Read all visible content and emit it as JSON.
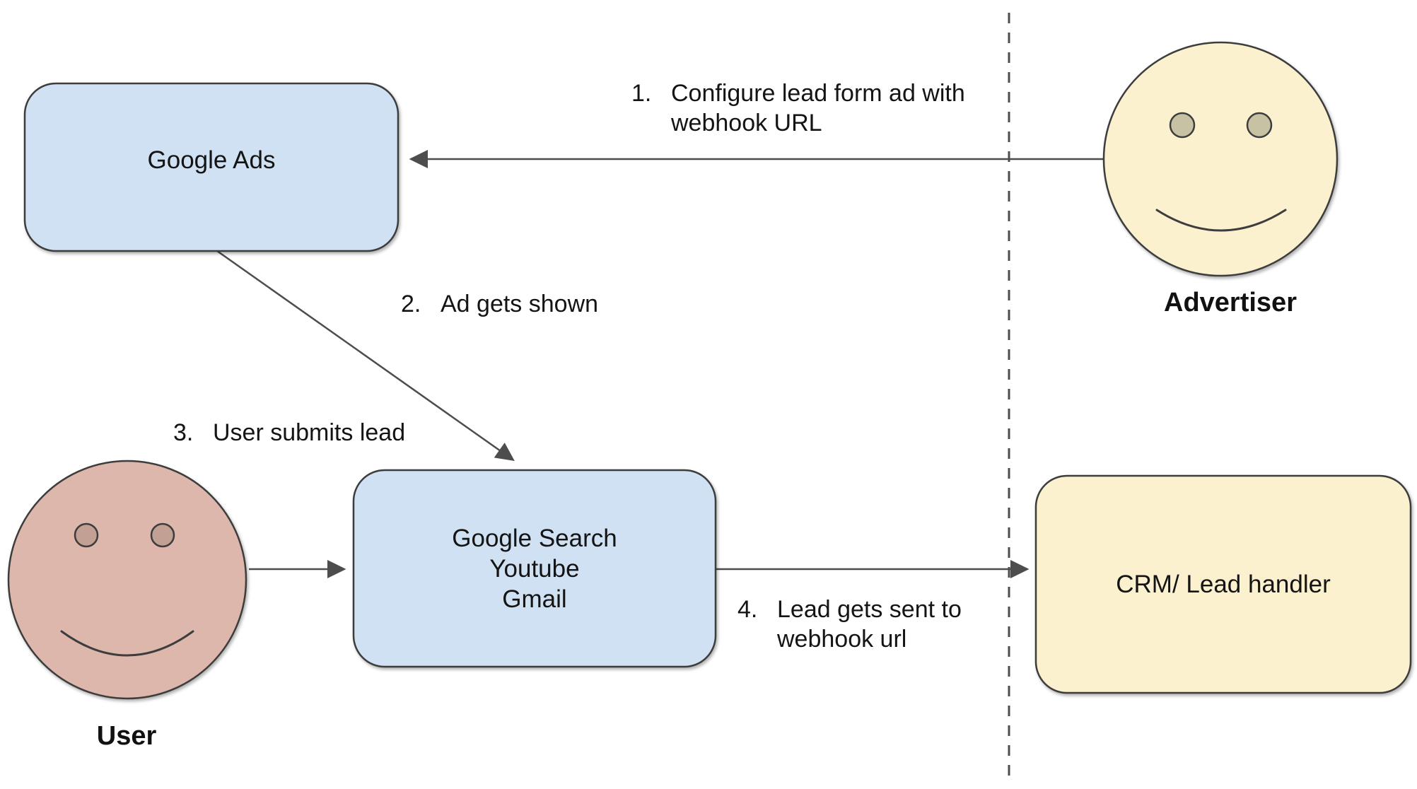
{
  "diagram": {
    "nodes": {
      "google_ads": {
        "label": "Google Ads"
      },
      "google_surfaces": {
        "label": "Google Search\nYoutube\nGmail"
      },
      "crm": {
        "label": "CRM/ Lead handler"
      }
    },
    "actors": {
      "advertiser": {
        "label": "Advertiser"
      },
      "user": {
        "label": "User"
      }
    },
    "steps": [
      {
        "num": "1.",
        "text": "Configure lead form ad with\nwebhook URL"
      },
      {
        "num": "2.",
        "text": "Ad gets shown"
      },
      {
        "num": "3.",
        "text": "User submits lead"
      },
      {
        "num": "4.",
        "text": "Lead gets sent to\nwebhook url"
      }
    ],
    "colors": {
      "node_blue": "#cfe1f2",
      "node_yellow": "#fbf1cf",
      "face_yellow": "#fbf1cf",
      "face_pink": "#ddb7ab",
      "eye_tan": "#c8c2a5",
      "eye_pink": "#c2a094",
      "outline": "#3d3d3d",
      "arrow": "#4d4d4d"
    }
  }
}
